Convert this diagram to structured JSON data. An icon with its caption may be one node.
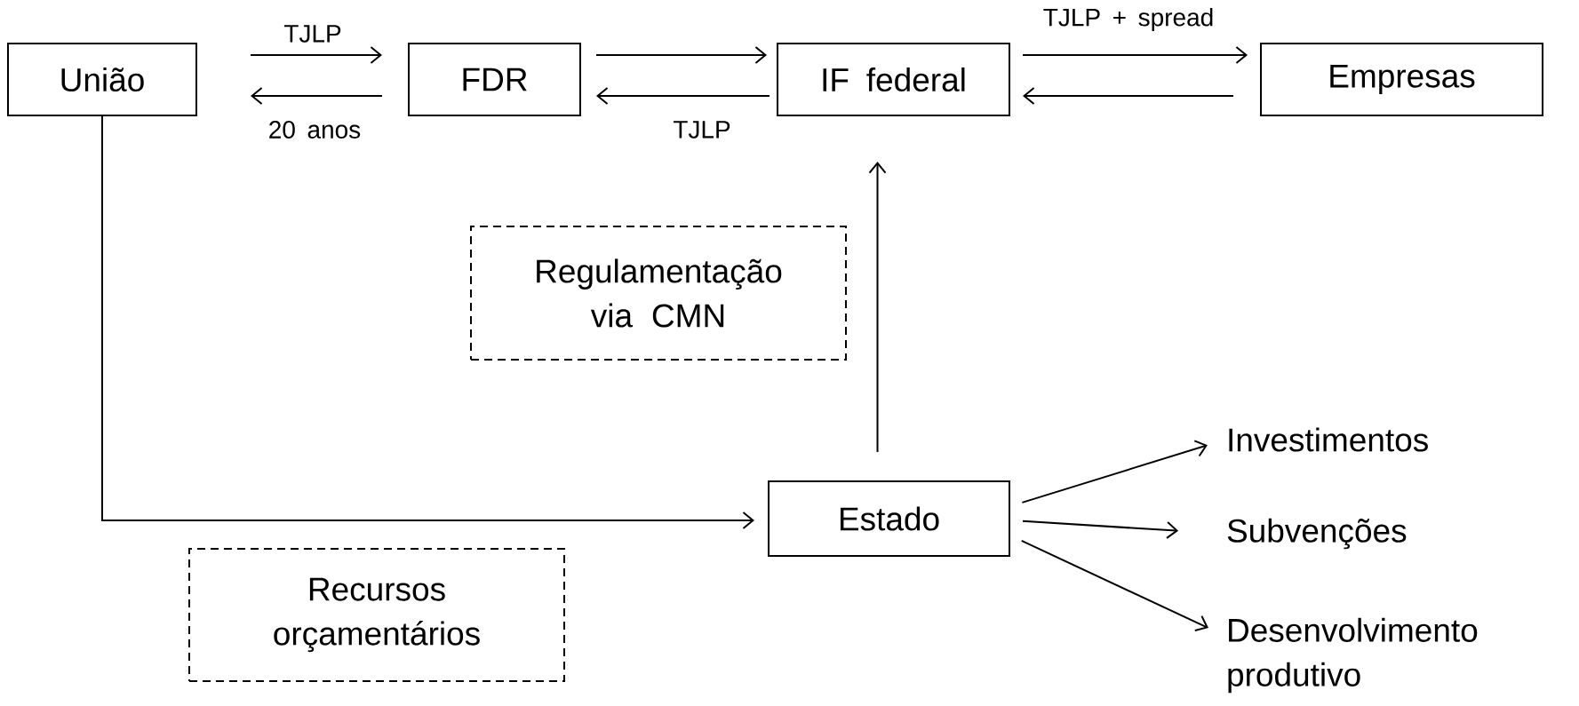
{
  "diagram": {
    "nodes": [
      {
        "text": [
          "União"
        ]
      },
      {
        "text": [
          "FDR"
        ]
      },
      {
        "text": [
          "IF federal"
        ]
      },
      {
        "text": [
          "Empresas"
        ]
      },
      {
        "text": [
          "Regulamentação via CMN"
        ]
      },
      {
        "text": [
          "Investimentos"
        ]
      },
      {
        "text": [
          "Estado"
        ]
      },
      {
        "text": [
          "Subvenções"
        ]
      },
      {
        "text": [
          "Recursos orçamentários"
        ]
      },
      {
        "text": [
          "Desenvolvimento produtivo"
        ]
      }
    ],
    "edges": [
      {
        "from": 0,
        "to": 1,
        "arrow": "to",
        "label": "TJLP"
      },
      {
        "from": 1,
        "to": 0,
        "arrow": "to",
        "label": "20 anos"
      },
      {
        "from": 1,
        "to": 2,
        "arrow": "to"
      },
      {
        "from": 2,
        "to": 1,
        "arrow": "to",
        "label": "TJLP"
      },
      {
        "from": 2,
        "to": 3,
        "arrow": "to",
        "label": "TJLP + spread"
      },
      {
        "from": 3,
        "to": 2,
        "arrow": "to"
      },
      {
        "from": 0,
        "to": 6,
        "arrow": "to"
      },
      {
        "from": 6,
        "to": 2,
        "arrow": "to"
      },
      {
        "from": 6,
        "to": 5,
        "arrow": "to"
      },
      {
        "from": 6,
        "to": 7,
        "arrow": "to"
      },
      {
        "from": 6,
        "to": 9,
        "arrow": "to"
      }
    ]
  }
}
